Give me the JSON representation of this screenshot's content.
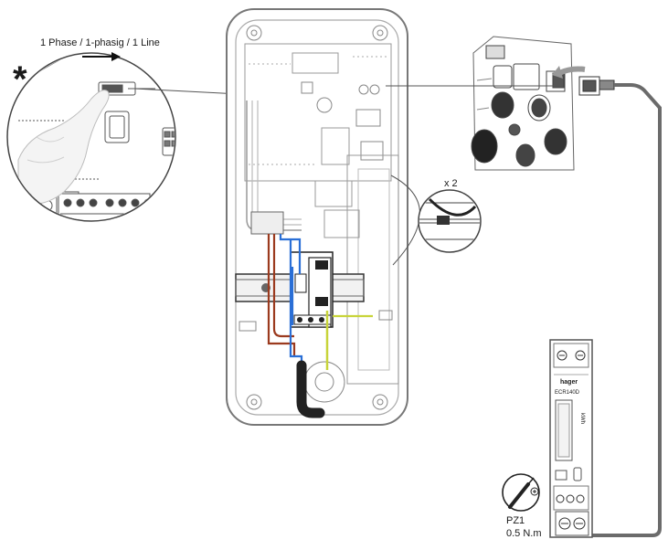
{
  "labels": {
    "phase_line": "1 Phase / 1-phasig / 1 Line",
    "asterisk": "*",
    "count": "x 2",
    "meter_brand": "hager",
    "meter_model": "ECR140D",
    "meter_unit": "kWh",
    "tool_bit": "PZ1",
    "torque": "0.5 N.m"
  },
  "colors": {
    "line": "#4a4a4a",
    "light_line": "#9a9a9a",
    "wire_blue": "#2a6fd6",
    "wire_brown": "#9b3a1e",
    "wire_yellow_green": "#c8d43a",
    "cable_black": "#222222",
    "cable_grey": "#6b6b6b"
  },
  "icons": {
    "arrow": "right-arrow-icon",
    "screwdriver": "screwdriver-icon",
    "cable_tie": "cable-tie-icon"
  }
}
